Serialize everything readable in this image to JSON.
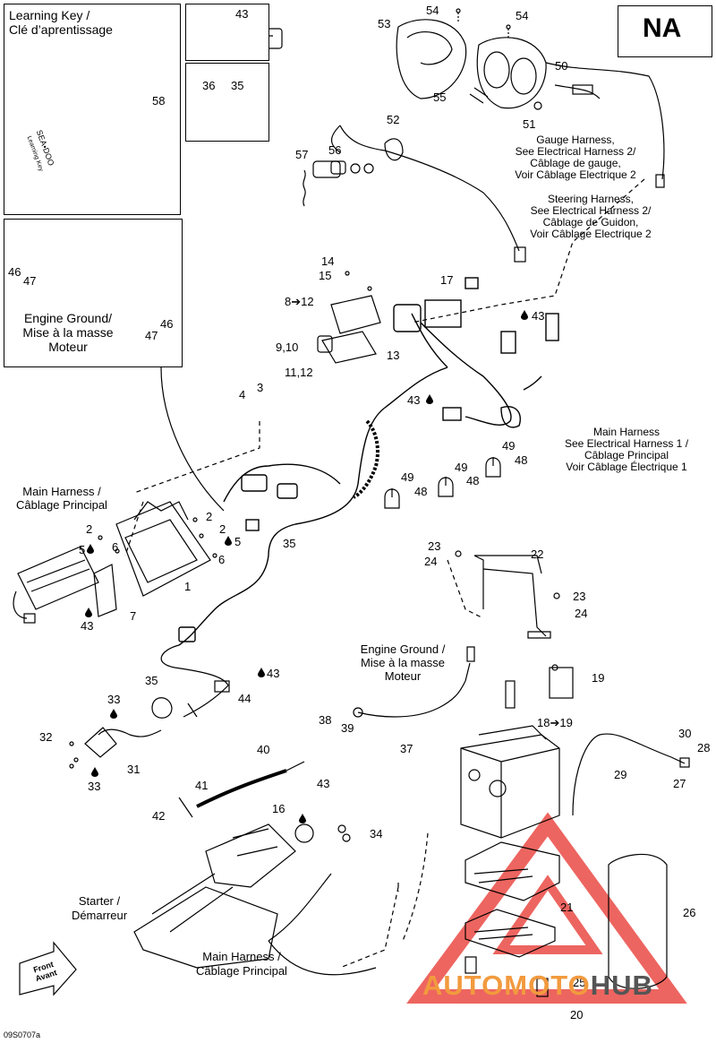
{
  "region_code": "NA",
  "learning_key": {
    "title": "Learning Key /",
    "subtitle": "Clé d’aprentissage",
    "key_text_1": "SEA•DOO",
    "key_text_2": "Learning Key"
  },
  "engine_ground_box": {
    "line1": "Engine Ground/",
    "line2": "Mise à la masse",
    "line3": "Moteur"
  },
  "callouts": {
    "gauge_harness": [
      "Gauge Harness,",
      "See Electrical Harness 2/",
      "Câblage de gauge,",
      "Voir Câblage Electrique 2"
    ],
    "steering_harness": [
      "Steering Harness,",
      "See Electrical Harness 2/",
      "Câblage de Guidon,",
      "Voir Câblage Electrique 2"
    ],
    "main_harness_right": [
      "Main Harness",
      "See Electrical Harness 1 /",
      "Câblage Principal",
      "Voir Câblage Électrique 1"
    ],
    "main_harness_left": [
      "Main Harness /",
      "Câblage Principal"
    ],
    "engine_ground_center": [
      "Engine Ground /",
      "Mise à la masse",
      "Moteur"
    ],
    "starter": [
      "Starter /",
      "Démarreur"
    ],
    "main_harness_bottom": [
      "Main Harness /",
      "Câblage Principal"
    ],
    "front": [
      "Front",
      "Avant"
    ]
  },
  "part_numbers": {
    "p1": "1",
    "p2a": "2",
    "p2b": "2",
    "p2c": "2",
    "p3": "3",
    "p4": "4",
    "p5a": "5",
    "p5b": "5",
    "p6a": "6",
    "p6b": "6",
    "p7": "7",
    "p8_12": "8➔12",
    "p9_10": "9,10",
    "p11_12": "11,12",
    "p13": "13",
    "p14": "14",
    "p15": "15",
    "p16": "16",
    "p17": "17",
    "p18_19": "18➔19",
    "p19": "19",
    "p20": "20",
    "p21": "21",
    "p22": "22",
    "p23a": "23",
    "p23b": "23",
    "p24a": "24",
    "p24b": "24",
    "p25": "25",
    "p26": "26",
    "p27": "27",
    "p28": "28",
    "p29": "29",
    "p30": "30",
    "p31": "31",
    "p32": "32",
    "p33a": "33",
    "p33b": "33",
    "p34": "34",
    "p35a": "35",
    "p35b": "35",
    "p35c": "35",
    "p36": "36",
    "p37": "37",
    "p38": "38",
    "p39": "39",
    "p40": "40",
    "p41": "41",
    "p42": "42",
    "p43a": "43",
    "p43b": "43",
    "p43c": "43",
    "p43d": "43",
    "p43e": "43",
    "p43f": "43",
    "p44": "44",
    "p46a": "46",
    "p46b": "46",
    "p47a": "47",
    "p47b": "47",
    "p48a": "48",
    "p48b": "48",
    "p48c": "48",
    "p49a": "49",
    "p49b": "49",
    "p49c": "49",
    "p50": "50",
    "p51": "51",
    "p52": "52",
    "p53": "53",
    "p54a": "54",
    "p54b": "54",
    "p55": "55",
    "p56": "56",
    "p57": "57",
    "p58": "58"
  },
  "figure_code": "09S0707a",
  "watermark": {
    "part1": "AUTOMOTO",
    "part2": "HUB"
  },
  "colors": {
    "line": "#000000",
    "watermark_orange": "#f29a3e",
    "watermark_red": "#e8322b",
    "watermark_gray": "#555555"
  }
}
